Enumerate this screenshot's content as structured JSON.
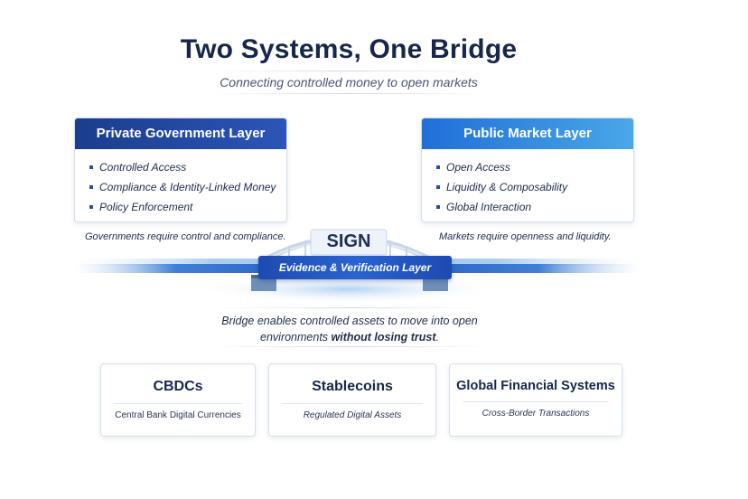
{
  "header": {
    "title": "Two Systems, One Bridge",
    "subtitle": "Connecting controlled money to open markets"
  },
  "private_layer": {
    "title": "Private Government Layer",
    "items": [
      "Controlled Access",
      "Compliance & Identity-Linked Money",
      "Policy Enforcement"
    ],
    "note": "Governments require control and compliance."
  },
  "public_layer": {
    "title": "Public Market Layer",
    "items": [
      "Open Access",
      "Liquidity & Composability",
      "Global Interaction"
    ],
    "note": "Markets require openness and liquidity."
  },
  "bridge": {
    "sign": "SIGN",
    "label": "Evidence & Verification Layer",
    "caption_line1": "Bridge enables controlled assets to move into open",
    "caption_line2_start": "environments ",
    "caption_line2_bold": "without losing trust",
    "caption_line2_end": "."
  },
  "use_cases": [
    {
      "title": "CBDCs",
      "subtitle": "Central Bank Digital Currencies"
    },
    {
      "title": "Stablecoins",
      "subtitle": "Regulated Digital Assets"
    },
    {
      "title": "Global Financial Systems",
      "subtitle": "Cross-Border Transactions"
    }
  ],
  "colors": {
    "navy": "#17264a",
    "private_blue": "#1c3d8e",
    "public_blue": "#1f6fd8",
    "light_blue": "#4aa7e8"
  }
}
